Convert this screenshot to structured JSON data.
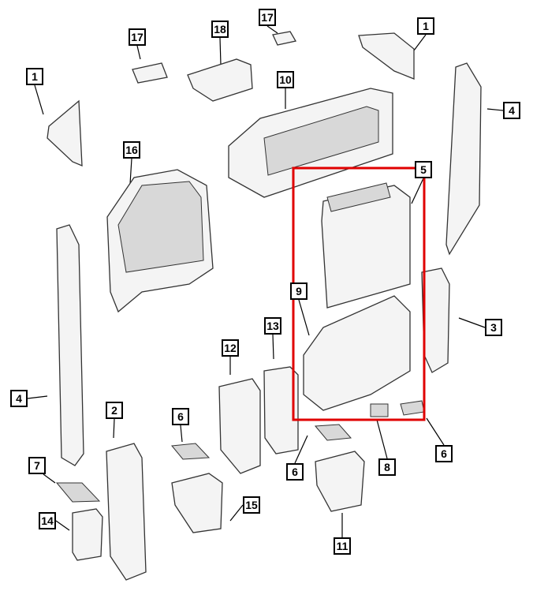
{
  "highlight_color": "#e00000",
  "callouts": [
    {
      "label": "17",
      "part": "bezel-small-left"
    },
    {
      "label": "18",
      "part": "instrument-cluster"
    },
    {
      "label": "17",
      "part": "bezel-small-top"
    },
    {
      "label": "1",
      "part": "end-cap-right"
    },
    {
      "label": "1",
      "part": "end-cap-left"
    },
    {
      "label": "10",
      "part": "storage-bin"
    },
    {
      "label": "4",
      "part": "trim-panel-right"
    },
    {
      "label": "16",
      "part": "cluster-bezel"
    },
    {
      "label": "5",
      "part": "glove-box-door"
    },
    {
      "label": "9",
      "part": "glove-box-bin"
    },
    {
      "label": "3",
      "part": "air-outlet-right"
    },
    {
      "label": "13",
      "part": "air-outlet-center-right"
    },
    {
      "label": "12",
      "part": "air-outlet-center-left"
    },
    {
      "label": "4",
      "part": "trim-panel-left"
    },
    {
      "label": "2",
      "part": "air-outlet-left"
    },
    {
      "label": "6",
      "part": "mat-left"
    },
    {
      "label": "6",
      "part": "mat-center"
    },
    {
      "label": "8",
      "part": "switch"
    },
    {
      "label": "6",
      "part": "mat-right"
    },
    {
      "label": "7",
      "part": "mat-small"
    },
    {
      "label": "15",
      "part": "cup-holder-left"
    },
    {
      "label": "14",
      "part": "bracket"
    },
    {
      "label": "11",
      "part": "cup-holder-right"
    }
  ]
}
